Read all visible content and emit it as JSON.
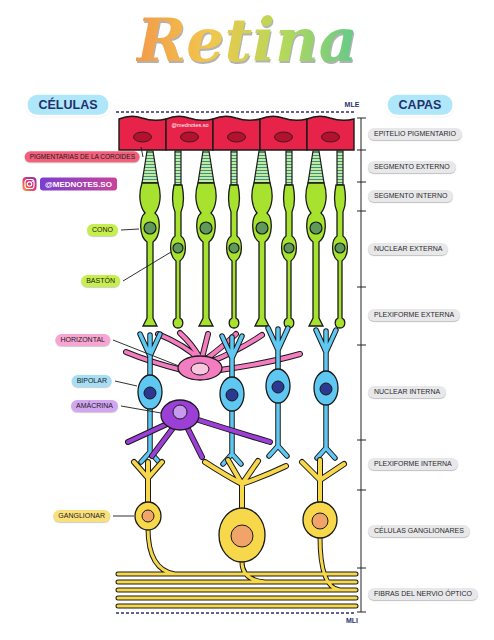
{
  "diagram": {
    "title": "Retina",
    "nodes": [
      {
        "text": [
          "CÉLULAS"
        ]
      },
      {
        "text": [
          "CAPAS"
        ]
      },
      {
        "text": [
          "EPITELIO PIGMENTARIO"
        ]
      },
      {
        "text": [
          "PIGMENTARIAS DE LA COROIDES"
        ]
      },
      {
        "text": [
          "SEGMENTO EXTERNO"
        ]
      },
      {
        "text": [
          "@MEDNOTES.SO"
        ]
      },
      {
        "text": [
          "SEGMENTO INTERNO"
        ]
      },
      {
        "text": [
          "CONO"
        ]
      },
      {
        "text": [
          "NUCLEAR EXTERNA"
        ]
      },
      {
        "text": [
          "BASTÓN"
        ]
      },
      {
        "text": [
          "PLEXIFORME EXTERNA"
        ]
      },
      {
        "text": [
          "HORIZONTAL"
        ]
      },
      {
        "text": [
          "BIPOLAR"
        ]
      },
      {
        "text": [
          "NUCLEAR INTERNA"
        ]
      },
      {
        "text": [
          "AMÁCRINA"
        ]
      },
      {
        "text": [
          "PLEXIFORME INTERNA"
        ]
      },
      {
        "text": [
          "GANGLIONAR"
        ]
      },
      {
        "text": [
          "CÉLULAS GANGLIONARES"
        ]
      },
      {
        "text": [
          "FIBRAS DEL NERVIO ÓPTICO"
        ]
      }
    ],
    "labels": [
      "MLE",
      "@mednotes.so",
      "MLI"
    ]
  }
}
